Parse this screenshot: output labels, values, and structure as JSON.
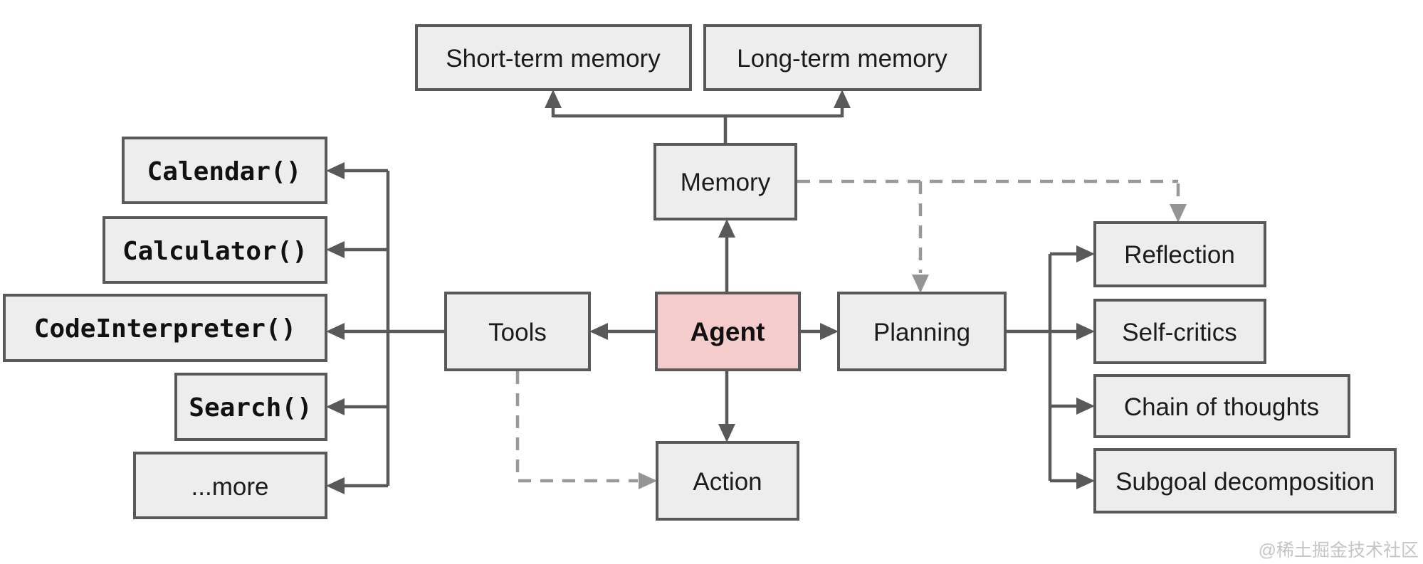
{
  "nodes": {
    "short_term_memory": {
      "label": "Short-term memory"
    },
    "long_term_memory": {
      "label": "Long-term memory"
    },
    "memory": {
      "label": "Memory"
    },
    "agent": {
      "label": "Agent"
    },
    "tools": {
      "label": "Tools"
    },
    "planning": {
      "label": "Planning"
    },
    "action": {
      "label": "Action"
    },
    "calendar": {
      "label": "Calendar()"
    },
    "calculator": {
      "label": "Calculator()"
    },
    "code_interpreter": {
      "label": "CodeInterpreter()"
    },
    "search": {
      "label": "Search()"
    },
    "more": {
      "label": "...more"
    },
    "reflection": {
      "label": "Reflection"
    },
    "self_critics": {
      "label": "Self-critics"
    },
    "chain_of_thoughts": {
      "label": "Chain of thoughts"
    },
    "subgoal_decomposition": {
      "label": "Subgoal decomposition"
    }
  },
  "edges": [
    {
      "from": "memory",
      "to": "short_term_memory",
      "style": "solid"
    },
    {
      "from": "memory",
      "to": "long_term_memory",
      "style": "solid"
    },
    {
      "from": "agent",
      "to": "memory",
      "style": "solid"
    },
    {
      "from": "agent",
      "to": "tools",
      "style": "solid"
    },
    {
      "from": "agent",
      "to": "planning",
      "style": "solid"
    },
    {
      "from": "agent",
      "to": "action",
      "style": "solid"
    },
    {
      "from": "tools",
      "to": "calendar",
      "style": "solid"
    },
    {
      "from": "tools",
      "to": "calculator",
      "style": "solid"
    },
    {
      "from": "tools",
      "to": "code_interpreter",
      "style": "solid"
    },
    {
      "from": "tools",
      "to": "search",
      "style": "solid"
    },
    {
      "from": "tools",
      "to": "more",
      "style": "solid"
    },
    {
      "from": "planning",
      "to": "reflection",
      "style": "solid"
    },
    {
      "from": "planning",
      "to": "self_critics",
      "style": "solid"
    },
    {
      "from": "planning",
      "to": "chain_of_thoughts",
      "style": "solid"
    },
    {
      "from": "planning",
      "to": "subgoal_decomposition",
      "style": "solid"
    },
    {
      "from": "memory",
      "to": "planning",
      "style": "dashed"
    },
    {
      "from": "memory",
      "to": "reflection",
      "style": "dashed"
    },
    {
      "from": "tools",
      "to": "action",
      "style": "dashed"
    }
  ],
  "colors": {
    "box_fill": "#ededed",
    "box_border": "#595959",
    "agent_fill": "#f4cccc",
    "solid_line": "#595959",
    "dashed_line": "#999999",
    "text": "#1c1c1c",
    "watermark": "#c5c5c5",
    "background": "#ffffff"
  },
  "watermark": {
    "text": "@稀土掘金技术社区"
  }
}
